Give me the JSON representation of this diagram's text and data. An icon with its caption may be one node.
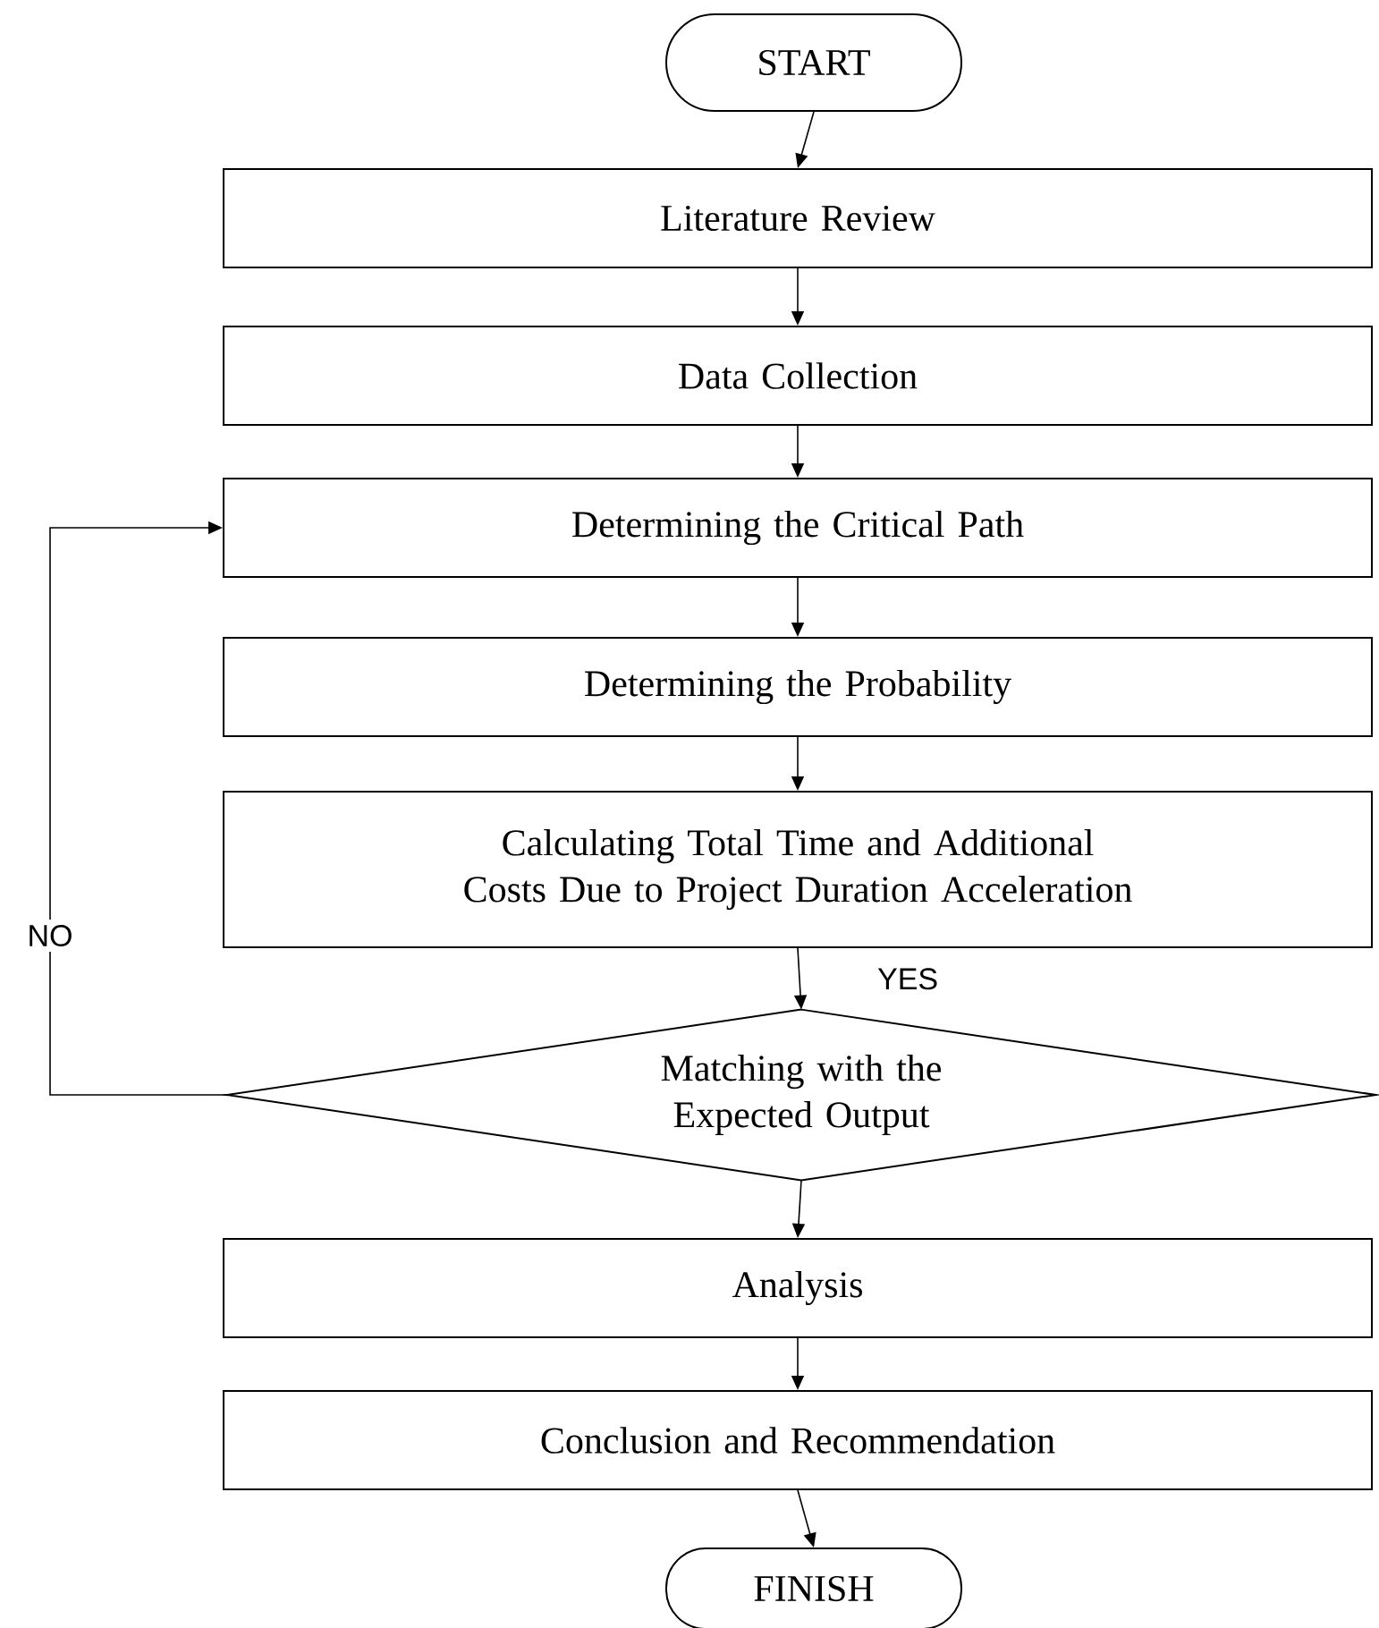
{
  "diagram": {
    "nodes": [
      {
        "text": [
          "START"
        ]
      },
      {
        "text": [
          "Literature Review"
        ]
      },
      {
        "text": [
          "Data Collection"
        ]
      },
      {
        "text": [
          "Determining the Critical Path"
        ]
      },
      {
        "text": [
          "Determining the Probability"
        ]
      },
      {
        "text": [
          "Calculating Total Time and Additional Costs Due to Project Duration Acceleration"
        ]
      },
      {
        "text": [
          "Matching with the Expected Output"
        ]
      },
      {
        "text": [
          "Analysis"
        ]
      },
      {
        "text": [
          "Conclusion and Recommendation"
        ]
      },
      {
        "text": [
          "FINISH"
        ]
      }
    ],
    "edges": [
      {
        "from": 0,
        "to": 1,
        "arrow": "to"
      },
      {
        "from": 1,
        "to": 2,
        "arrow": "to"
      },
      {
        "from": 2,
        "to": 3,
        "arrow": "to"
      },
      {
        "from": 3,
        "to": 4,
        "arrow": "to"
      },
      {
        "from": 4,
        "to": 5,
        "arrow": "to"
      },
      {
        "from": 5,
        "to": 6,
        "arrow": "to",
        "label": "YES"
      },
      {
        "from": 6,
        "to": 3,
        "arrow": "to",
        "label": "NO"
      },
      {
        "from": 6,
        "to": 7,
        "arrow": "to"
      },
      {
        "from": 7,
        "to": 8,
        "arrow": "to"
      },
      {
        "from": 8,
        "to": 9,
        "arrow": "to"
      }
    ]
  }
}
